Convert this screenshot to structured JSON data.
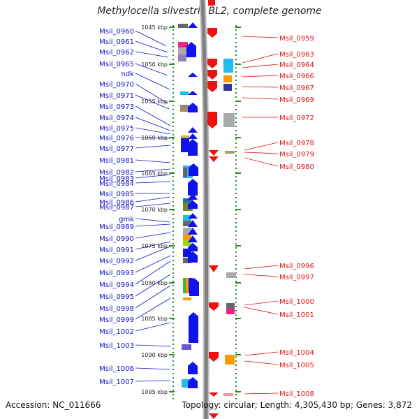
{
  "title": "Methylocella silvestris BL2, complete genome",
  "accession_text": "Accession: NC_011666",
  "summary_text": "Topology: circular; Length: 4,305,430 bp; Genes: 3,872",
  "colors": {
    "left_label": "#1010c0",
    "right_label": "#dd1111",
    "left_arrow": "#1212ee",
    "right_arrow": "#ee1111",
    "backbone": "#808080",
    "dots": "#2a8a2a"
  },
  "ruler": [
    "1045 kbp",
    "1050 kbp",
    "1055 kbp",
    "1060 kbp",
    "1065 kbp",
    "1070 kbp",
    "1075 kbp",
    "1080 kbp",
    "1085 kbp",
    "1090 kbp",
    "1095 kbp"
  ],
  "left_genes": [
    {
      "label": "Msil_0960"
    },
    {
      "label": "Msil_0961"
    },
    {
      "label": "Msil_0962"
    },
    {
      "label": "Msil_0965"
    },
    {
      "label": "ndk"
    },
    {
      "label": "Msil_0970"
    },
    {
      "label": "Msil_0971"
    },
    {
      "label": "Msil_0973"
    },
    {
      "label": "Msil_0974"
    },
    {
      "label": "Msil_0975"
    },
    {
      "label": "Msil_0976"
    },
    {
      "label": "Msil_0977"
    },
    {
      "label": "Msil_0981"
    },
    {
      "label": "Msil_0982"
    },
    {
      "label": "Msil_0983"
    },
    {
      "label": "Msil_0984"
    },
    {
      "label": "Msil_0985"
    },
    {
      "label": "Msil_0986"
    },
    {
      "label": "Msil_0987"
    },
    {
      "label": "gmk"
    },
    {
      "label": "Msil_0989"
    },
    {
      "label": "Msil_0990"
    },
    {
      "label": "Msil_0991"
    },
    {
      "label": "Msil_0992"
    },
    {
      "label": "Msil_0993"
    },
    {
      "label": "Msil_0994"
    },
    {
      "label": "Msil_0995"
    },
    {
      "label": "Msil_0998"
    },
    {
      "label": "Msil_0999"
    },
    {
      "label": "Msil_1002"
    },
    {
      "label": "Msil_1003"
    },
    {
      "label": "Msil_1006"
    },
    {
      "label": "Msil_1007"
    }
  ],
  "right_genes": [
    {
      "label": "Msil_0959"
    },
    {
      "label": "Msil_0963"
    },
    {
      "label": "Msil_0964"
    },
    {
      "label": "Msil_0966"
    },
    {
      "label": "Msil_0967"
    },
    {
      "label": "Msil_0969"
    },
    {
      "label": "Msil_0972"
    },
    {
      "label": "Msil_0978"
    },
    {
      "label": "Msil_0979"
    },
    {
      "label": "Msil_0980"
    },
    {
      "label": "Msil_0996"
    },
    {
      "label": "Msil_0997"
    },
    {
      "label": "Msil_1000"
    },
    {
      "label": "Msil_1001"
    },
    {
      "label": "Msil_1004"
    },
    {
      "label": "Msil_1005"
    },
    {
      "label": "Msil_1008"
    }
  ]
}
